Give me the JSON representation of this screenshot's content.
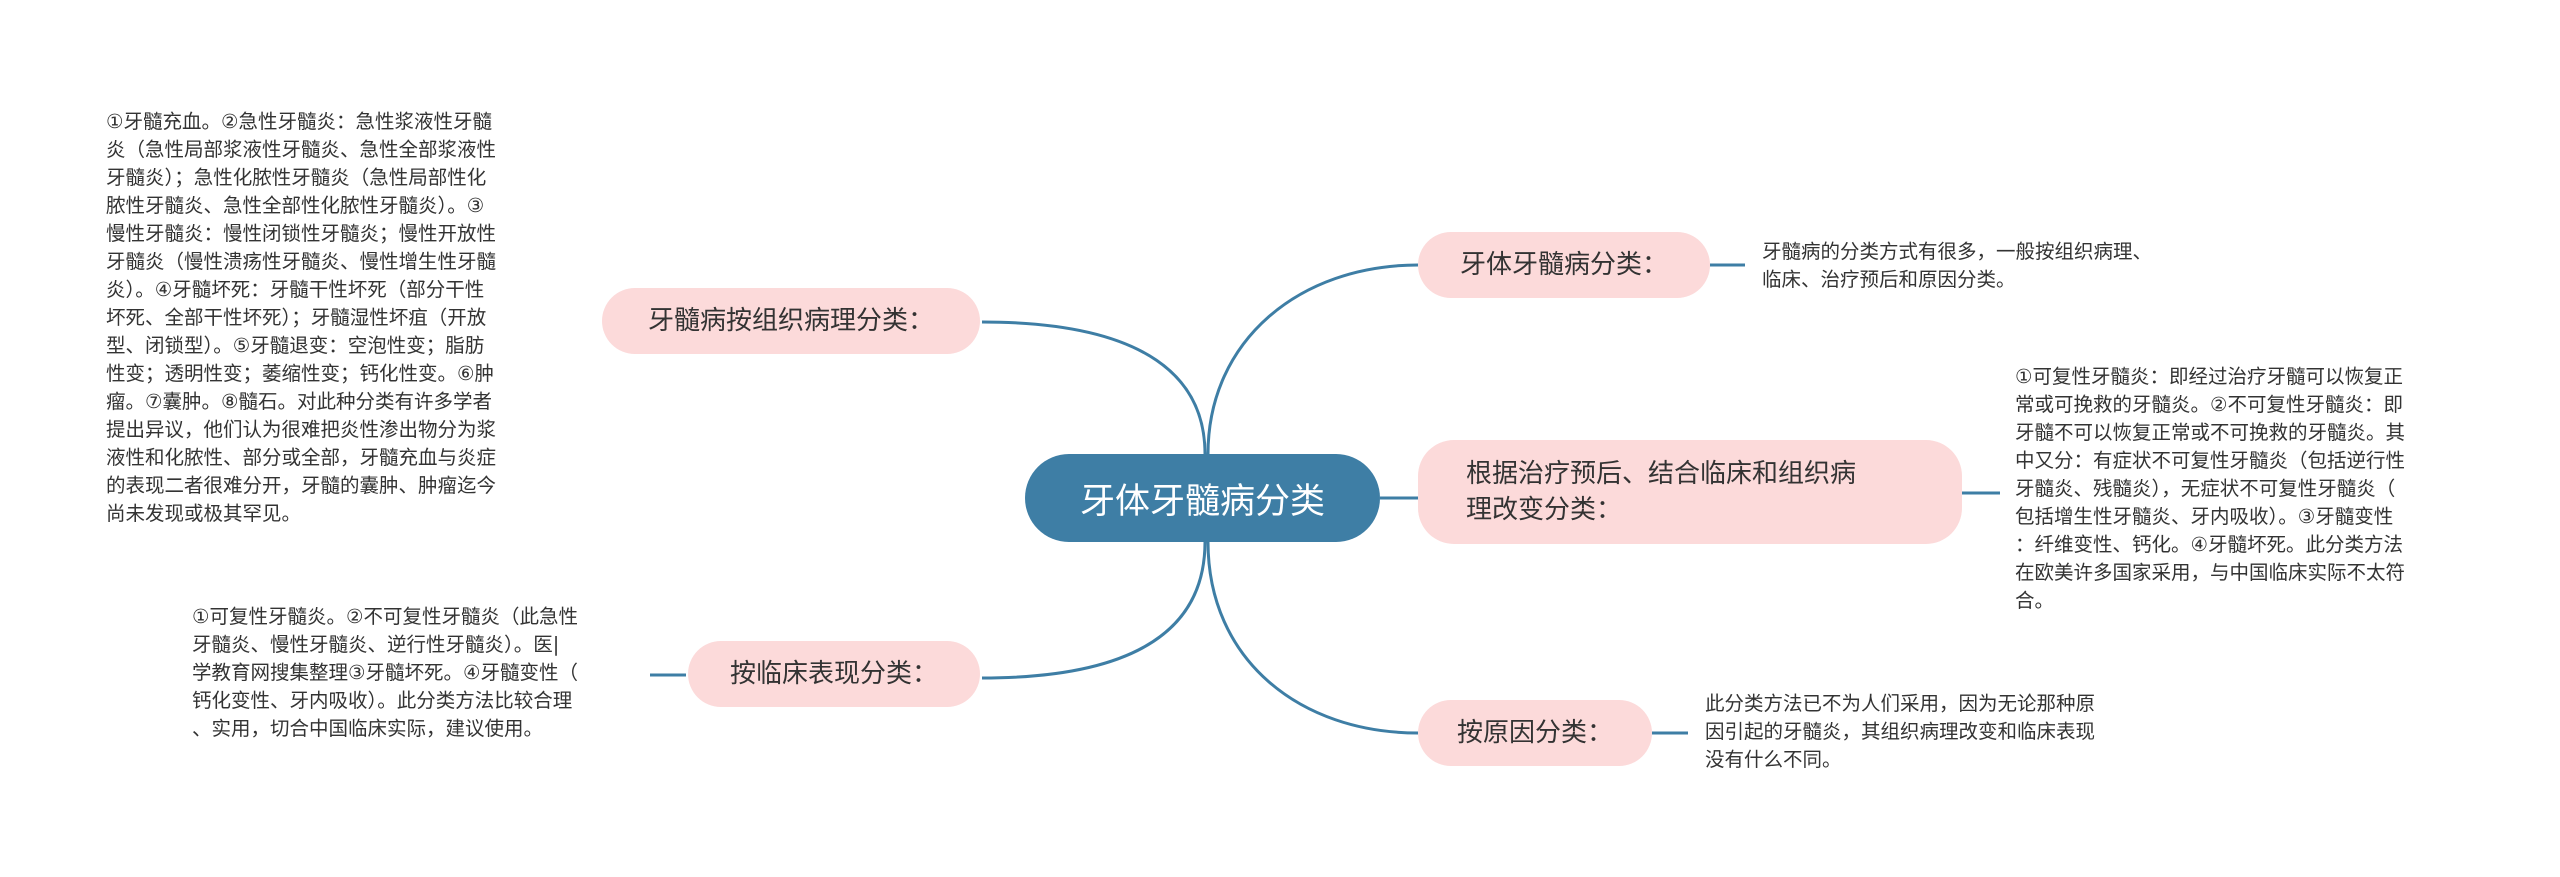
{
  "colors": {
    "center_fill": "#3e7ea5",
    "branch_fill": "#fcdada",
    "link_stroke": "#3e7ea5",
    "text": "#333333"
  },
  "mindmap": {
    "center": "牙体牙髓病分类",
    "branches": [
      {
        "label": "牙体牙髓病分类：",
        "detail": "牙髓病的分类方式有很多，一般按组织病理、\n临床、治疗预后和原因分类。"
      },
      {
        "label": "根据治疗预后、结合临床和组织病\n理改变分类：",
        "detail": "①可复性牙髓炎：即经过治疗牙髓可以恢复正\n常或可挽救的牙髓炎。②不可复性牙髓炎：即\n牙髓不可以恢复正常或不可挽救的牙髓炎。其\n中又分：有症状不可复性牙髓炎（包括逆行性\n牙髓炎、残髓炎），无症状不可复性牙髓炎（\n包括增生性牙髓炎、牙内吸收）。③牙髓变性\n：纤维变性、钙化。④牙髓坏死。此分类方法\n在欧美许多国家采用，与中国临床实际不太符\n合。"
      },
      {
        "label": "按原因分类：",
        "detail": "此分类方法已不为人们采用，因为无论那种原\n因引起的牙髓炎，其组织病理改变和临床表现\n没有什么不同。"
      },
      {
        "label": "牙髓病按组织病理分类：",
        "detail": "①牙髓充血。②急性牙髓炎：急性浆液性牙髓\n炎（急性局部浆液性牙髓炎、急性全部浆液性\n牙髓炎）；急性化脓性牙髓炎（急性局部性化\n脓性牙髓炎、急性全部性化脓性牙髓炎）。③\n慢性牙髓炎：慢性闭锁性牙髓炎；慢性开放性\n牙髓炎（慢性溃疡性牙髓炎、慢性增生性牙髓\n炎）。④牙髓坏死：牙髓干性坏死（部分干性\n坏死、全部干性坏死）；牙髓湿性坏疽（开放\n型、闭锁型）。⑤牙髓退变：空泡性变；脂肪\n性变；透明性变；萎缩性变；钙化性变。⑥肿\n瘤。⑦囊肿。⑧髓石。对此种分类有许多学者\n提出异议，他们认为很难把炎性渗出物分为浆\n液性和化脓性、部分或全部，牙髓充血与炎症\n的表现二者很难分开，牙髓的囊肿、肿瘤迄今\n尚未发现或极其罕见。"
      },
      {
        "label": "按临床表现分类：",
        "detail": "①可复性牙髓炎。②不可复性牙髓炎（此急性\n牙髓炎、慢性牙髓炎、逆行性牙髓炎）。医|\n学教育网搜集整理③牙髓坏死。④牙髓变性（\n钙化变性、牙内吸收）。此分类方法比较合理\n、实用，切合中国临床实际，建议使用。"
      }
    ]
  }
}
